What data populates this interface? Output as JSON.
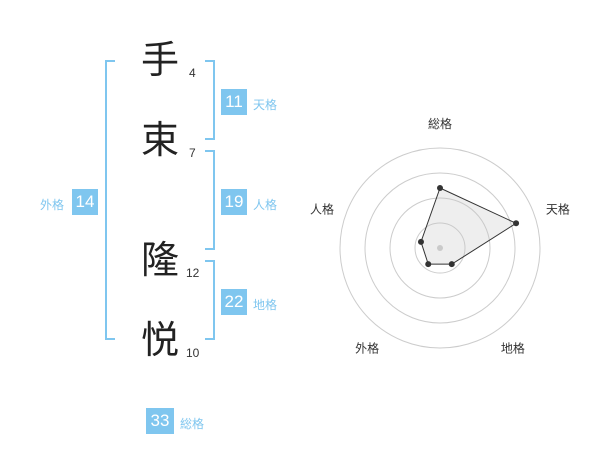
{
  "characters": [
    {
      "char": "手",
      "strokes": "4"
    },
    {
      "char": "束",
      "strokes": "7"
    },
    {
      "char": "隆",
      "strokes": "12"
    },
    {
      "char": "悦",
      "strokes": "10"
    }
  ],
  "kaku": {
    "tenkaku": {
      "value": "11",
      "label": "天格"
    },
    "jinkaku": {
      "value": "19",
      "label": "人格"
    },
    "chikaku": {
      "value": "22",
      "label": "地格"
    },
    "gaikaku": {
      "value": "14",
      "label": "外格"
    },
    "soukaku": {
      "value": "33",
      "label": "総格"
    }
  },
  "accent_color": "#7fc6ef",
  "chart_data": {
    "type": "radar",
    "axes": [
      "総格",
      "天格",
      "地格",
      "外格",
      "人格"
    ],
    "values": [
      3,
      4,
      1,
      1,
      1
    ],
    "max": 5,
    "rings": 4
  }
}
